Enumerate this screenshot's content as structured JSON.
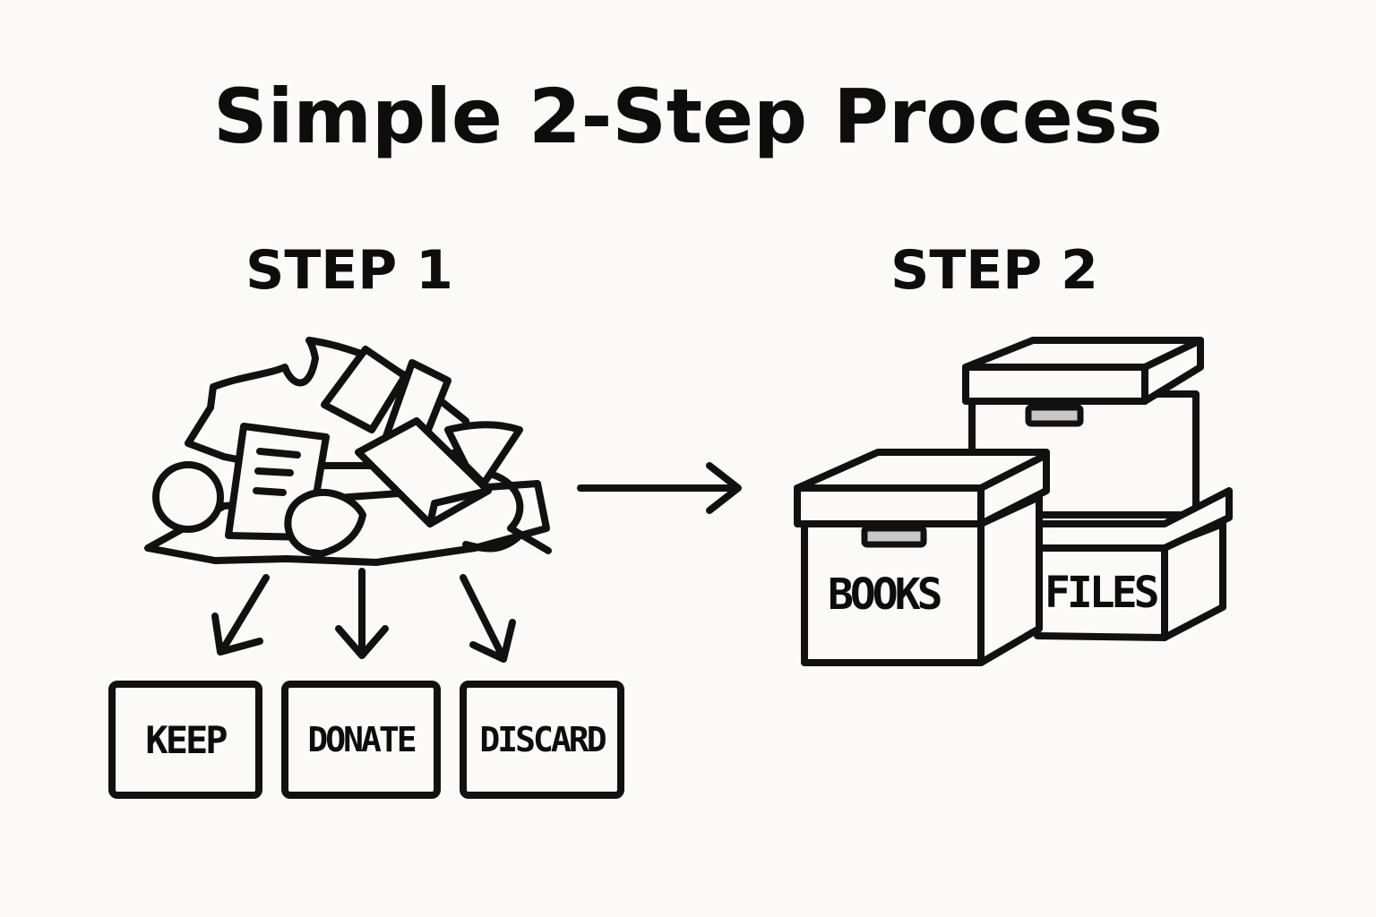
{
  "title": "Simple 2-Step Process",
  "step1": {
    "label": "STEP 1",
    "bins": [
      "KEEP",
      "DONATE",
      "DISCARD"
    ]
  },
  "step2": {
    "label": "STEP 2",
    "boxes": [
      "BOOKS",
      "FILES"
    ]
  },
  "icons": [
    "clutter-pile-icon",
    "sort-arrow-icon",
    "storage-box-icon"
  ],
  "colors": {
    "ink": "#111111",
    "background": "#fbfaf8"
  }
}
